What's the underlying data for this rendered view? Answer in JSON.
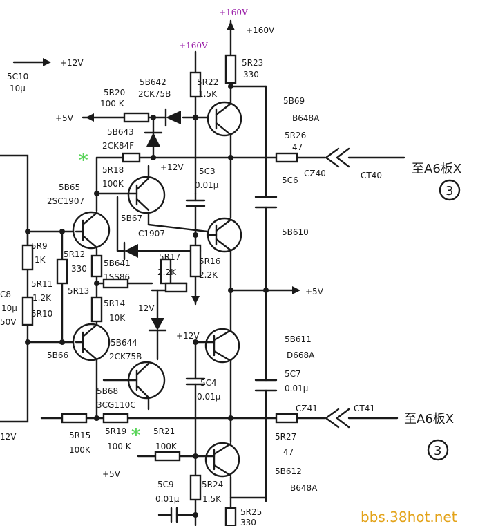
{
  "rails": {
    "top_160v": "+160V",
    "mid_160v": "+160V",
    "right_160v": "+160V",
    "plus12v": "+12V",
    "plus5v": "+5V",
    "plus12v_mid": "+12V",
    "plus12v_lower": "+12V",
    "plus5v_right": "+5V",
    "plus5v_bottom": "+5V",
    "left_12v": "12V",
    "low_12v": "12V"
  },
  "components": {
    "c10": {
      "ref": "5C10",
      "value": "10μ"
    },
    "r20": {
      "ref": "5R20",
      "value": "100 K"
    },
    "d642": {
      "ref": "5B642",
      "value": "2CK75B"
    },
    "d643": {
      "ref": "5B643",
      "value": "2CK84F"
    },
    "r22": {
      "ref": "5R22",
      "value": "1.5K"
    },
    "r23": {
      "ref": "5R23",
      "value": "330"
    },
    "q69": {
      "ref": "5B69",
      "value": "B648A"
    },
    "r26": {
      "ref": "5R26",
      "value": "47"
    },
    "c6": {
      "ref": "5C6"
    },
    "cz40": {
      "ref": "CZ40"
    },
    "ct40": {
      "ref": "CT40"
    },
    "r18": {
      "ref": "5R18",
      "value": "100K"
    },
    "c3": {
      "ref": "5C3",
      "value": "0.01μ"
    },
    "q65": {
      "ref": "5B65",
      "value": "2SC1907"
    },
    "q67": {
      "ref": "5B67",
      "value": "C1907"
    },
    "q610": {
      "ref": "5B610"
    },
    "r9": {
      "ref": "5R9",
      "value": "1K"
    },
    "r12": {
      "ref": "5R12",
      "value": "330"
    },
    "d641": {
      "ref": "5B641",
      "value": "1SS86"
    },
    "r17": {
      "ref": "5R17",
      "value": "2.2K"
    },
    "r16": {
      "ref": "5R16",
      "value": "2.2K"
    },
    "r11": {
      "ref": "5R11",
      "value": "1.2K"
    },
    "r10": {
      "ref": "5R10"
    },
    "r13": {
      "ref": "5R13"
    },
    "r14": {
      "ref": "5R14",
      "value": "10K"
    },
    "c8": {
      "ref": "C8",
      "value1": "10μ",
      "value2": "50V"
    },
    "d644": {
      "ref": "5B644",
      "value": "2CK75B"
    },
    "q611": {
      "ref": "5B611",
      "value": "D668A"
    },
    "c7": {
      "ref": "5C7",
      "value": "0.01μ"
    },
    "q66": {
      "ref": "5B66"
    },
    "q68": {
      "ref": "5B68",
      "value": "3CG110C"
    },
    "c4": {
      "ref": "5C4",
      "value": "0.01μ"
    },
    "cz41": {
      "ref": "CZ41"
    },
    "ct41": {
      "ref": "CT41"
    },
    "r15": {
      "ref": "5R15",
      "value": "100K"
    },
    "r19": {
      "ref": "5R19",
      "value": "100 K"
    },
    "r21": {
      "ref": "5R21",
      "value": "100K"
    },
    "r27": {
      "ref": "5R27",
      "value": "47"
    },
    "q612": {
      "ref": "5B612",
      "value": "B648A"
    },
    "c9": {
      "ref": "5C9",
      "value": "0.01μ"
    },
    "r24": {
      "ref": "5R24",
      "value": "1.5K"
    },
    "r25": {
      "ref": "5R25",
      "value": "330"
    }
  },
  "destinations": {
    "top": {
      "text": "至A6板X",
      "circle": "3"
    },
    "bottom": {
      "text": "至A6板X",
      "circle": "3"
    }
  },
  "watermark": "bbs.38hot.net",
  "markers": {
    "star": "*"
  },
  "colors": {
    "ink": "#1a1a1a",
    "annotation": "#9a1fa8",
    "marker": "#5ad45a",
    "watermark": "#e3a31a"
  }
}
